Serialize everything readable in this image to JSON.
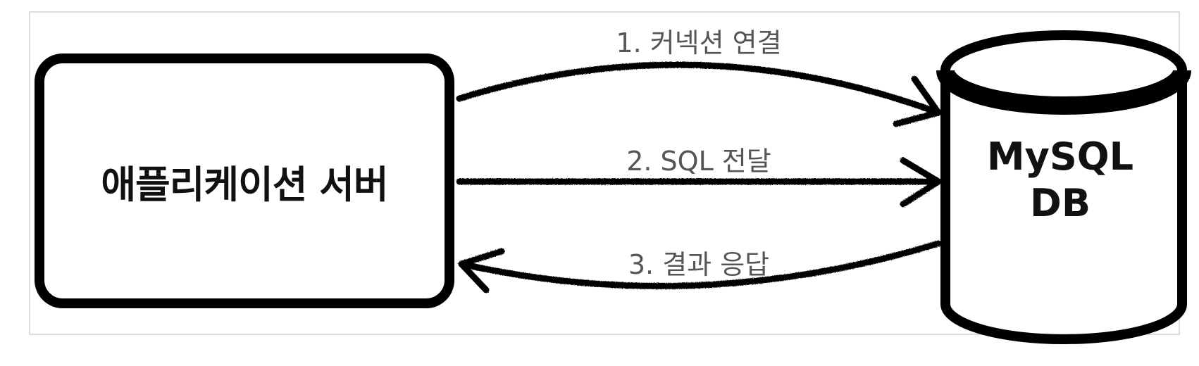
{
  "nodes": {
    "app_server": {
      "label": "애플리케이션 서버"
    },
    "database": {
      "label_line1": "MySQL",
      "label_line2": "DB"
    }
  },
  "edges": [
    {
      "label": "1. 커넥션 연결",
      "from": "app_server",
      "to": "database"
    },
    {
      "label": "2. SQL 전달",
      "from": "app_server",
      "to": "database"
    },
    {
      "label": "3. 결과 응답",
      "from": "database",
      "to": "app_server"
    }
  ],
  "colors": {
    "stroke": "#000000",
    "edge_label": "#555555",
    "frame": "#dcdcdc"
  }
}
